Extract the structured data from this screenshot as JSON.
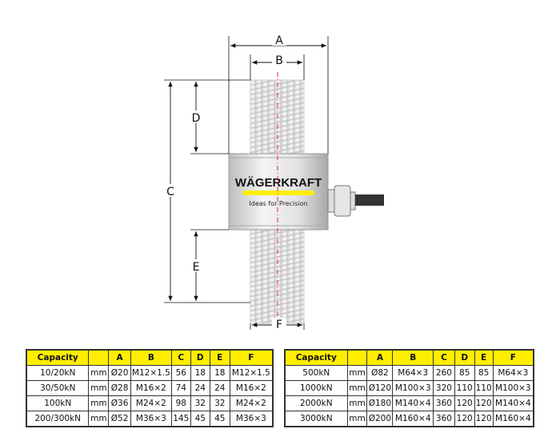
{
  "drawing": {
    "dimension_labels": {
      "A": "A",
      "B": "B",
      "C": "C",
      "D": "D",
      "E": "E",
      "F": "F"
    },
    "brand": "WÄGERKRAFT",
    "tagline": "Ideas for Precision",
    "colors": {
      "accent_yellow": "#ffee00",
      "centerline": "#e03040"
    }
  },
  "tables": [
    {
      "headers": [
        "Capacity",
        "",
        "A",
        "B",
        "C",
        "D",
        "E",
        "F"
      ],
      "rows": [
        [
          "10/20kN",
          "mm",
          "Ø20",
          "M12×1.5",
          "56",
          "18",
          "18",
          "M12×1.5"
        ],
        [
          "30/50kN",
          "mm",
          "Ø28",
          "M16×2",
          "74",
          "24",
          "24",
          "M16×2"
        ],
        [
          "100kN",
          "mm",
          "Ø36",
          "M24×2",
          "98",
          "32",
          "32",
          "M24×2"
        ],
        [
          "200/300kN",
          "mm",
          "Ø52",
          "M36×3",
          "145",
          "45",
          "45",
          "M36×3"
        ]
      ]
    },
    {
      "headers": [
        "Capacity",
        "",
        "A",
        "B",
        "C",
        "D",
        "E",
        "F"
      ],
      "rows": [
        [
          "500kN",
          "mm",
          "Ø82",
          "M64×3",
          "260",
          "85",
          "85",
          "M64×3"
        ],
        [
          "1000kN",
          "mm",
          "Ø120",
          "M100×3",
          "320",
          "110",
          "110",
          "M100×3"
        ],
        [
          "2000kN",
          "mm",
          "Ø180",
          "M140×4",
          "360",
          "120",
          "120",
          "M140×4"
        ],
        [
          "3000kN",
          "mm",
          "Ø200",
          "M160×4",
          "360",
          "120",
          "120",
          "M160×4"
        ]
      ]
    }
  ]
}
